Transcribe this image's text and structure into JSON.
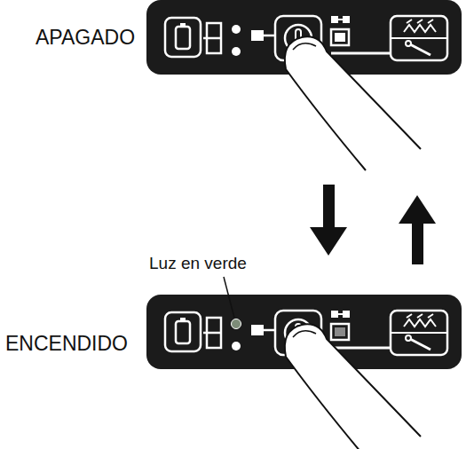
{
  "diagram": {
    "labels": [
      "APAGADO",
      "ENCENDIDO",
      "Luz en verde"
    ]
  }
}
